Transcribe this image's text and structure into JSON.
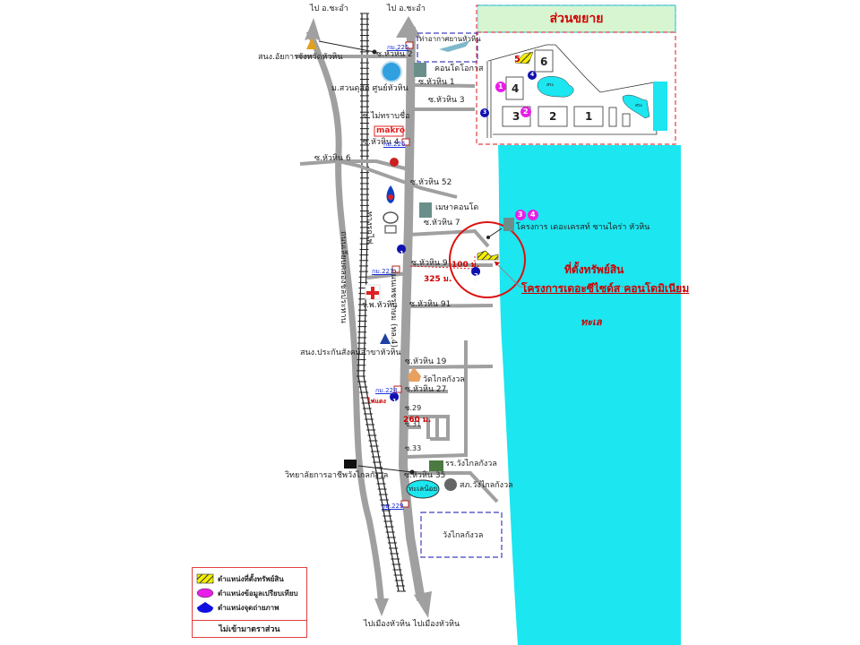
{
  "inset": {
    "title": "ส่วนขยาย",
    "plots": [
      "1",
      "2",
      "3",
      "4",
      "5",
      "6"
    ],
    "pond_label": "สระ",
    "markers_pink": [
      "1",
      "2"
    ],
    "markers_blue": [
      "3",
      "4"
    ]
  },
  "directions": {
    "north_left": "ไป อ.ชะอำ",
    "north_right": "ไป อ.ชะอำ",
    "south": "ไปเมืองหัวหิน ไปเมืองหัวหิน"
  },
  "landmarks": {
    "airport": "ท่าอากาศยานหัวหิน",
    "prosecutor": "สนง.อัยการจังหวัดหัวหิน",
    "university": "ม.สวนดุสิต ศูนย์หัวหิน",
    "condo_okas": "คอนโดโอกาส",
    "makro": "makro",
    "maya_condo": "เมษาคอนโด",
    "hospital": "ร.พ.หัวหิน",
    "social_security": "สนง.ประกันสังคมสาขาหัวหิน",
    "temple": "วัดไกลกังวล",
    "college": "วิทยาลัยการอาชีพวังไกลกังวล",
    "school": "รร.วังไกลกังวล",
    "police": "สภ.วังไกลกังวล",
    "lake": "ทะเลน้อย",
    "palace": "วังไกลกังวล",
    "nearby_project": "โครงการ เดอะเครสท์ ซานไคร่า หัวหิน",
    "sea": "ทะเล"
  },
  "roads": {
    "highway": "ถนนเพชรเกษม (ทล.4)",
    "railway": "ทางรถไฟ",
    "canal_road": "ถนนเลียบคลองชลประทาน",
    "soi_2": "ซ.หัวหิน 2",
    "soi_1": "ซ.หัวหิน 1",
    "soi_3": "ซ.หัวหิน 3",
    "soi_mai": "ซ.ไม่ทราบชื่อ",
    "soi_4": "ซ.หัวหิน 4",
    "soi_6": "ซ.หัวหิน 6",
    "soi_52": "ซ.หัวหิน 52",
    "soi_7": "ซ.หัวหิน 7",
    "soi_9": "ซ.หัวหิน 9",
    "soi_91": "ซ.หัวหิน 91",
    "soi_19": "ซ.หัวหิน 19",
    "soi_27": "ซ.หัวหิน 27",
    "soi_29": "ซ.29",
    "soi_31": "ซ.31",
    "soi_33": "ซ.33",
    "soi_35": "ซ.หัวหิน 35",
    "traffic_light": "ไฟแดง"
  },
  "km_markers": [
    "กม.225",
    "กม.226",
    "กม.227",
    "กม.228",
    "กม.229"
  ],
  "distances": {
    "d100": "100 ม.",
    "d325": "325 ม.",
    "d260": "260 ม."
  },
  "markers": {
    "blue_1": "1",
    "blue_2": "2",
    "blue_1b": "1",
    "pink_3": "3",
    "pink_4": "4"
  },
  "asset": {
    "title": "ที่ตั้งทรัพย์สิน",
    "project": "โครงการเดอะซีไซด์ส คอนโดมิเนียม"
  },
  "legend": {
    "items": [
      {
        "label": "ตำแหน่งที่ตั้งทรัพย์สิน",
        "symbol": "yellow-hatch"
      },
      {
        "label": "ตำแหน่งข้อมูลเปรียบเทียบ",
        "symbol": "pink-ellipse"
      },
      {
        "label": "ตำแหน่งจุดถ่ายภาพ",
        "symbol": "blue-pin"
      }
    ],
    "footer": "ไม่เข้ามาตราส่วน"
  },
  "colors": {
    "sea": "#1ce6f0",
    "road": "#a0a0a0",
    "asset_red": "#cc0000",
    "inset_header": "#d6f5d0",
    "pink_marker": "#e81ee8",
    "blue_marker": "#1010b0",
    "hatch_yellow": "#f4f000"
  }
}
